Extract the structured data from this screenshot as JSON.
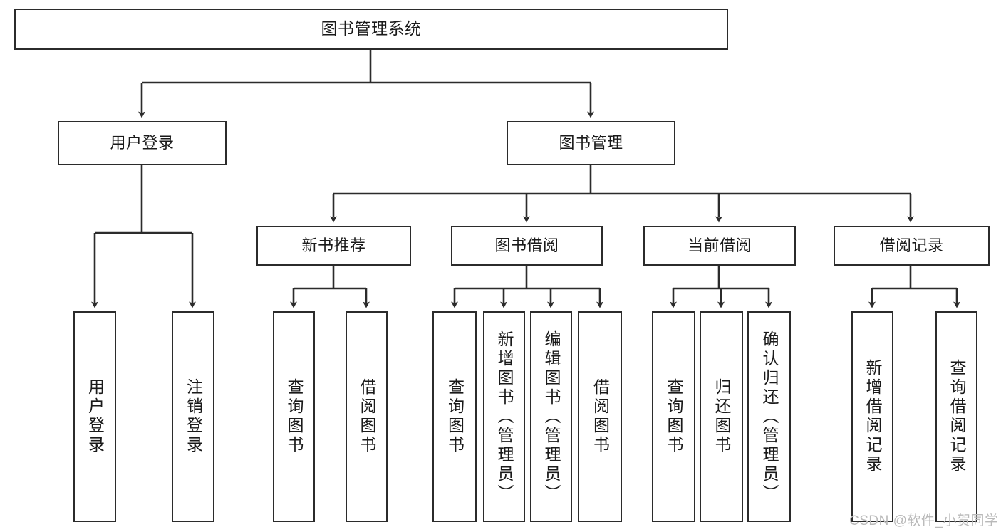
{
  "diagram": {
    "type": "tree-hierarchy-chart",
    "title": "图书管理系统",
    "line_color": "#2b2b2b",
    "box_fill": "#ffffff",
    "text_color": "#1a1a1a",
    "nodes": {
      "root": {
        "label": "图书管理系统"
      },
      "level2": [
        {
          "id": "user-login",
          "label": "用户登录"
        },
        {
          "id": "book-management",
          "label": "图书管理"
        }
      ],
      "level3": [
        {
          "id": "new-book-recommend",
          "label": "新书推荐"
        },
        {
          "id": "book-borrow",
          "label": "图书借阅"
        },
        {
          "id": "current-borrow",
          "label": "当前借阅"
        },
        {
          "id": "borrow-record",
          "label": "借阅记录"
        }
      ],
      "leaves": {
        "user_login": [
          {
            "id": "leaf-user-login",
            "label": "用户登录"
          },
          {
            "id": "leaf-logout-login",
            "label": "注销登录"
          }
        ],
        "new_book_recommend": [
          {
            "id": "leaf-query-book-1",
            "label": "查询图书"
          },
          {
            "id": "leaf-borrow-book-1",
            "label": "借阅图书"
          }
        ],
        "book_borrow": [
          {
            "id": "leaf-query-book-2",
            "label": "查询图书"
          },
          {
            "id": "leaf-add-book",
            "label": "新增图书（管理员）"
          },
          {
            "id": "leaf-edit-book",
            "label": "编辑图书（管理员）"
          },
          {
            "id": "leaf-borrow-book-2",
            "label": "借阅图书"
          }
        ],
        "current_borrow": [
          {
            "id": "leaf-query-book-3",
            "label": "查询图书"
          },
          {
            "id": "leaf-return-book",
            "label": "归还图书"
          },
          {
            "id": "leaf-confirm-return",
            "label": "确认归还（管理员）"
          }
        ],
        "borrow_record": [
          {
            "id": "leaf-add-record",
            "label": "新增借阅记录"
          },
          {
            "id": "leaf-query-record",
            "label": "查询借阅记录"
          }
        ]
      }
    }
  },
  "watermark": {
    "text": "CSDN @软件_小贺同学"
  }
}
